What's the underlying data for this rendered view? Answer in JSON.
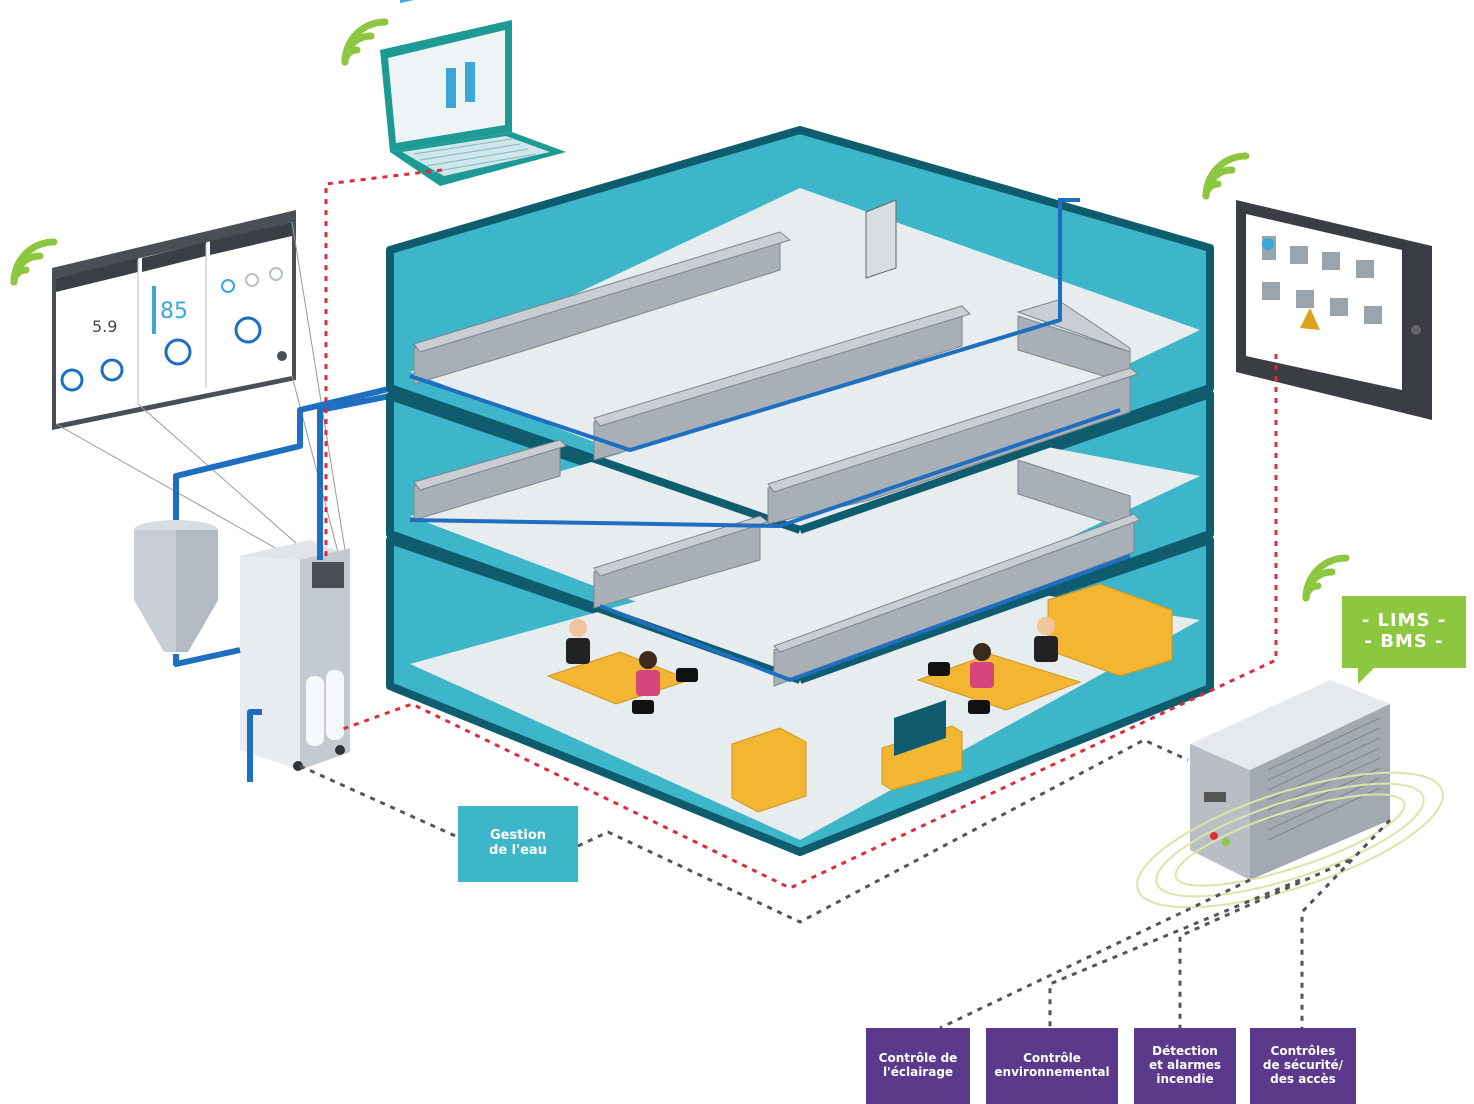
{
  "labels": {
    "water": [
      "Gestion",
      "de l'eau"
    ],
    "lims_bms": [
      "- LIMS -",
      "- BMS -"
    ],
    "lighting": [
      "Contrôle de",
      "l'éclairage"
    ],
    "environment": [
      "Contrôle",
      "environnemental"
    ],
    "fire": [
      "Détection",
      "et alarmes",
      "incendie"
    ],
    "security": [
      "Contrôles",
      "de sécurité/",
      "des accès"
    ]
  },
  "screen": {
    "value_1": "5.9",
    "value_2": "85"
  },
  "colors": {
    "building_teal": "#3cb6c8",
    "building_edge": "#0f5c6e",
    "pipe_blue": "#1e6fbf",
    "wifi_green": "#8dc63f",
    "label_purple": "#5b3a8c",
    "label_teal": "#3cb6c8",
    "label_green": "#8dc63f",
    "dashed_red": "#e0293a",
    "dashed_dark": "#555555",
    "furniture_yellow": "#f2b632"
  }
}
